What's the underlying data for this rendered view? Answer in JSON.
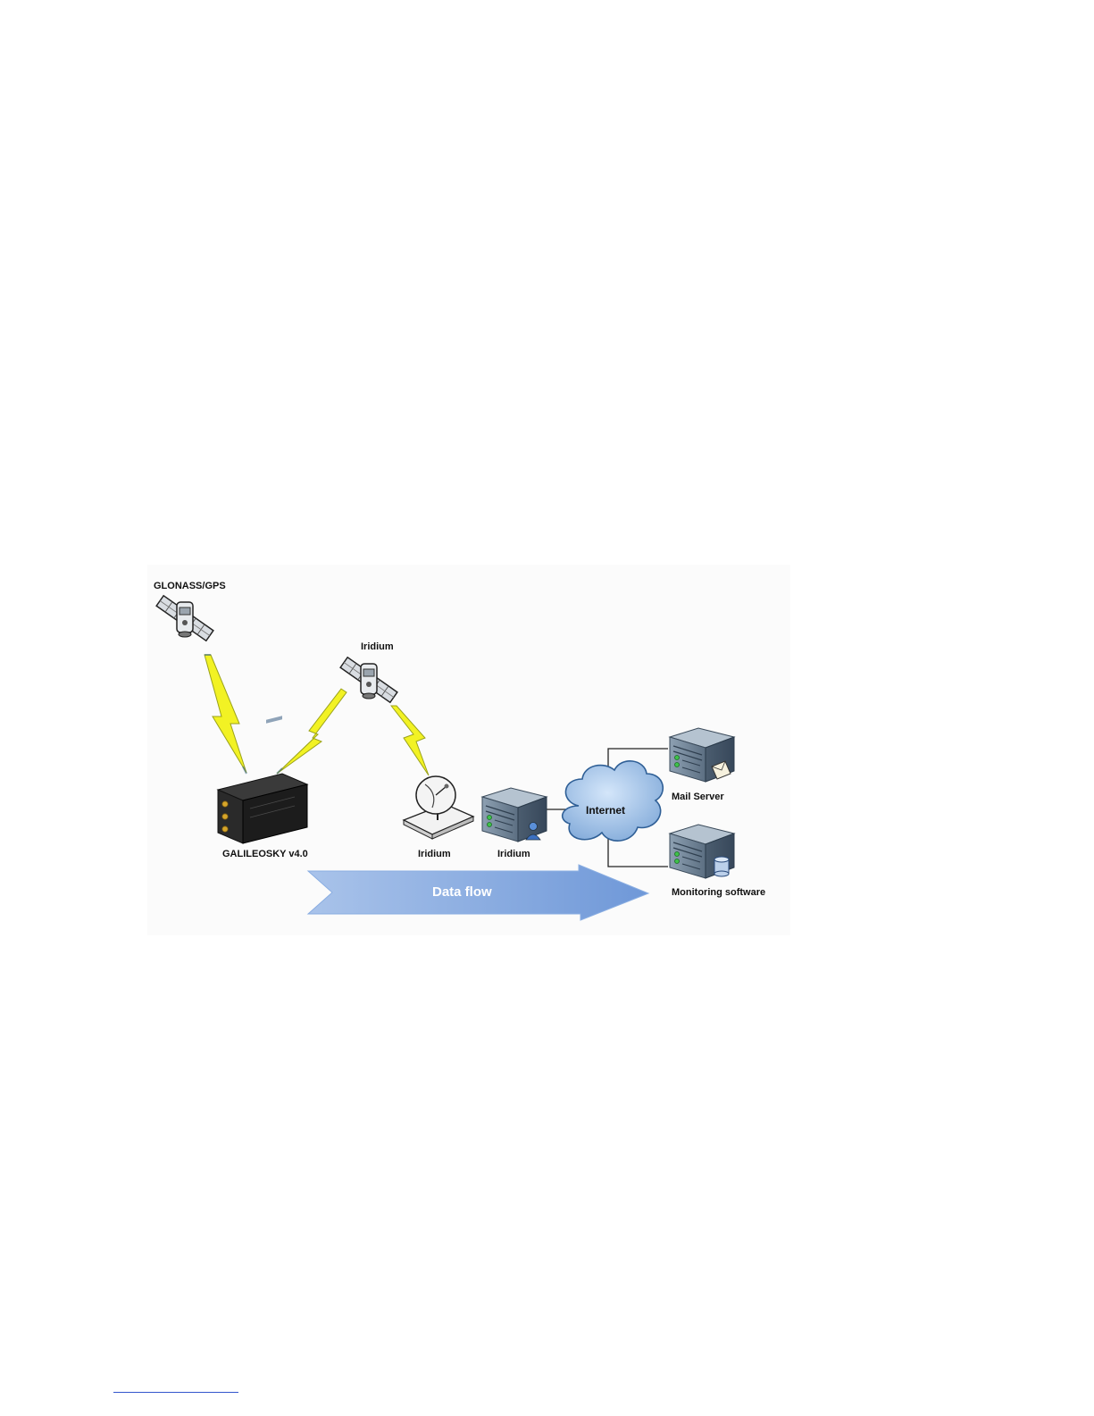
{
  "diagram": {
    "labels": {
      "gnss_satellite": "GLONASS/GPS",
      "iridium_satellite": "Iridium",
      "tracker": "GALILEOSKY v4.0",
      "ground_station": "Iridium",
      "gateway_server": "Iridium",
      "internet": "Internet",
      "mail_server": "Mail Server",
      "monitoring_server": "Monitoring software",
      "data_flow": "Data flow"
    },
    "colors": {
      "lightning": "#f2f224",
      "flow_arrow": "#7fa6de",
      "cloud": "#a9c8ef",
      "server": "#6f8396"
    },
    "icons": [
      "satellite-icon",
      "lightning-icon",
      "gps-tracker-icon",
      "dish-antenna-icon",
      "server-icon",
      "cloud-icon",
      "mail-icon",
      "database-icon",
      "user-icon"
    ]
  }
}
